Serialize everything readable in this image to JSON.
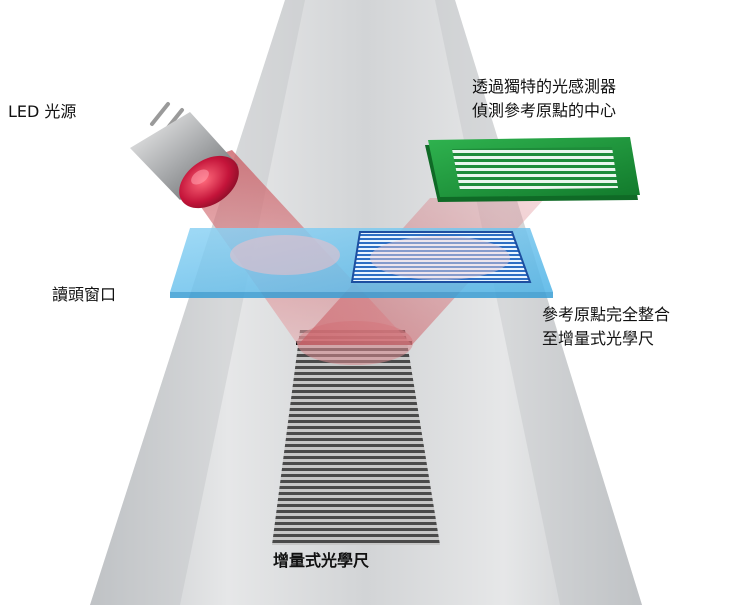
{
  "labels": {
    "led_source": "LED 光源",
    "read_head_window": "讀頭窗口",
    "sensor": [
      "透過獨特的光感測器",
      "偵測參考原點的中心"
    ],
    "reference_mark": [
      "參考原點完全整合",
      "至增量式光學尺"
    ],
    "scale": "增量式光學尺"
  },
  "colors": {
    "scale_band": "#d6d8da",
    "scale_band_edge": "#c6c9cc",
    "window": "#6cc4ee",
    "sensor_board": "#1f9a3d",
    "light_beam": "#c9585f",
    "led_lens": "#c4143a",
    "graduation": "#4a4a4a"
  },
  "icons": [
    "led-light-source-icon",
    "photo-sensor-board-icon"
  ]
}
